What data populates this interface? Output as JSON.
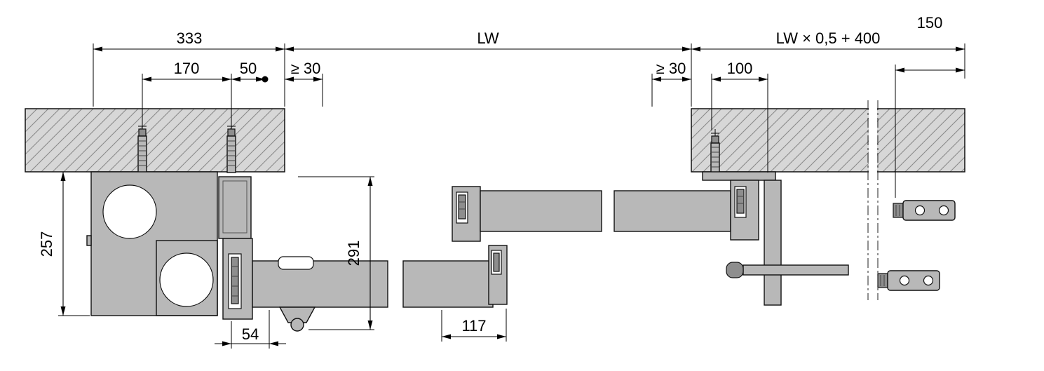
{
  "drawing": {
    "type": "sliding-door-mounting-plan",
    "dimensions": {
      "top_total_left": "333",
      "top_total_middle": "LW",
      "top_total_right": "LW × 0,5 + 400",
      "bracket_offset": "150",
      "anchor_spacing": "170",
      "edge_offset": "50",
      "min_clearance_left": "≥ 30",
      "min_clearance_right": "≥ 30",
      "fixing_offset": "100",
      "unit_height": "257",
      "track_height": "291",
      "carriage_width": "54",
      "overlap_width": "117"
    }
  }
}
